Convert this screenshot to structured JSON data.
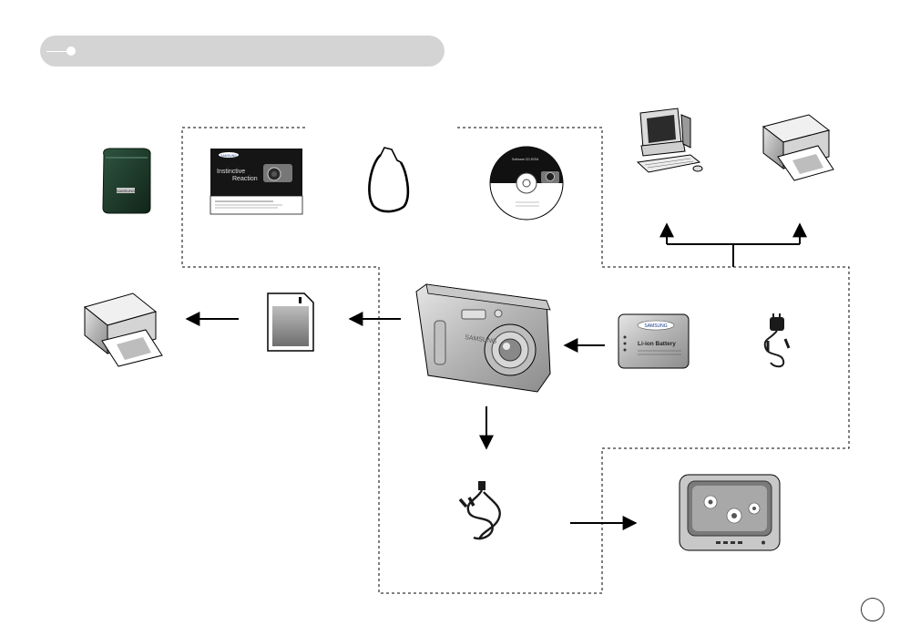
{
  "header": {
    "title": ""
  },
  "manual": {
    "brand": "SAMSUNG",
    "line1": "Instinctive",
    "line2": "Reaction"
  },
  "cd": {
    "brand": "Software CD-ROM"
  },
  "battery": {
    "brand": "SAMSUNG",
    "label": "Li-ion Battery"
  },
  "camera": {
    "brand": "SAMSUNG"
  },
  "case": {
    "brand": "SAMSUNG"
  },
  "page": {
    "number": ""
  },
  "colors": {
    "header_bar": "#d4d4d4",
    "case_green": "#1f3a2c",
    "line": "#000000"
  }
}
